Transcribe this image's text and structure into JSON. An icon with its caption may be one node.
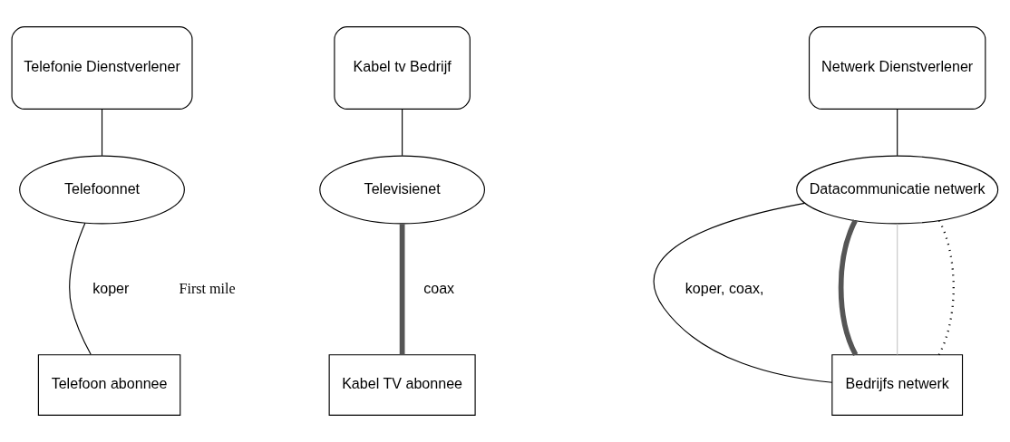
{
  "diagram": {
    "nodes": [
      {
        "text": [
          "Telefonie Dienstverlener"
        ]
      },
      {
        "text": [
          "Telefoonnet"
        ]
      },
      {
        "text": [
          "Telefoon abonnee"
        ]
      },
      {
        "text": [
          "Kabel tv Bedrijf"
        ]
      },
      {
        "text": [
          "Televisienet"
        ]
      },
      {
        "text": [
          "Kabel TV abonnee"
        ]
      },
      {
        "text": [
          "Netwerk Dienstverlener"
        ]
      },
      {
        "text": [
          "Datacommunicatie netwerk"
        ]
      },
      {
        "text": [
          "Bedrijfs netwerk"
        ]
      }
    ],
    "edges": [
      {
        "from": 0,
        "to": 1,
        "arrow": "none"
      },
      {
        "from": 1,
        "to": 2,
        "arrow": "none",
        "label": "koper"
      },
      {
        "from": 3,
        "to": 4,
        "arrow": "none"
      },
      {
        "from": 4,
        "to": 5,
        "arrow": "none",
        "label": "coax",
        "style": "thick"
      },
      {
        "from": 6,
        "to": 7,
        "arrow": "none"
      },
      {
        "from": 7,
        "to": 8,
        "arrow": "none",
        "label": "koper, coax,"
      },
      {
        "from": 7,
        "to": 8,
        "arrow": "none",
        "style": "thick"
      },
      {
        "from": 7,
        "to": 8,
        "arrow": "none",
        "color": "#c8c8c8"
      },
      {
        "from": 7,
        "to": 8,
        "arrow": "none",
        "style": "dashed"
      }
    ],
    "labels": [
      "First mile"
    ]
  }
}
